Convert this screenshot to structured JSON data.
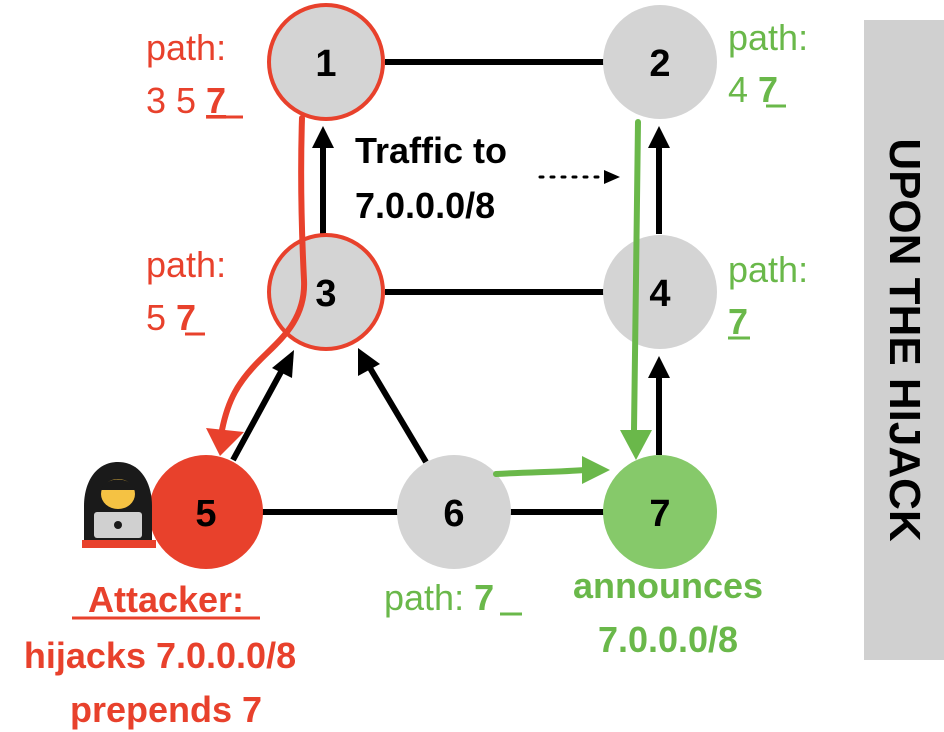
{
  "colors": {
    "red": "#e8412c",
    "green": "#6ab84a",
    "node_gray": "#d4d4d4",
    "node7_green": "#86c96a",
    "banner_gray": "#d0d0d0",
    "black": "#000000"
  },
  "nodes": [
    {
      "id": "1",
      "label": "1"
    },
    {
      "id": "2",
      "label": "2"
    },
    {
      "id": "3",
      "label": "3"
    },
    {
      "id": "4",
      "label": "4"
    },
    {
      "id": "5",
      "label": "5"
    },
    {
      "id": "6",
      "label": "6"
    },
    {
      "id": "7",
      "label": "7"
    }
  ],
  "annotations": {
    "node1": {
      "line1": "path:",
      "line2_prefix": "3 5 ",
      "line2_origin": "7"
    },
    "node2": {
      "line1": "path:",
      "line2_prefix": "4 ",
      "line2_origin": "7"
    },
    "node3": {
      "line1": "path:",
      "line2_prefix": "5 ",
      "line2_origin": "7"
    },
    "node4": {
      "line1": "path:",
      "line2_origin": "7"
    },
    "node6": {
      "prefix": "path: ",
      "origin": "7"
    },
    "node7": {
      "line1": "announces",
      "line2": "7.0.0.0/8"
    },
    "attacker": {
      "title": "Attacker:",
      "line2": "hijacks 7.0.0.0/8",
      "line3": "prepends 7"
    },
    "traffic": {
      "line1": "Traffic to",
      "line2": "7.0.0.0/8"
    }
  },
  "banner": {
    "text": "UPON THE HIJACK"
  },
  "icons": {
    "attacker": "hooded-hacker-icon"
  }
}
